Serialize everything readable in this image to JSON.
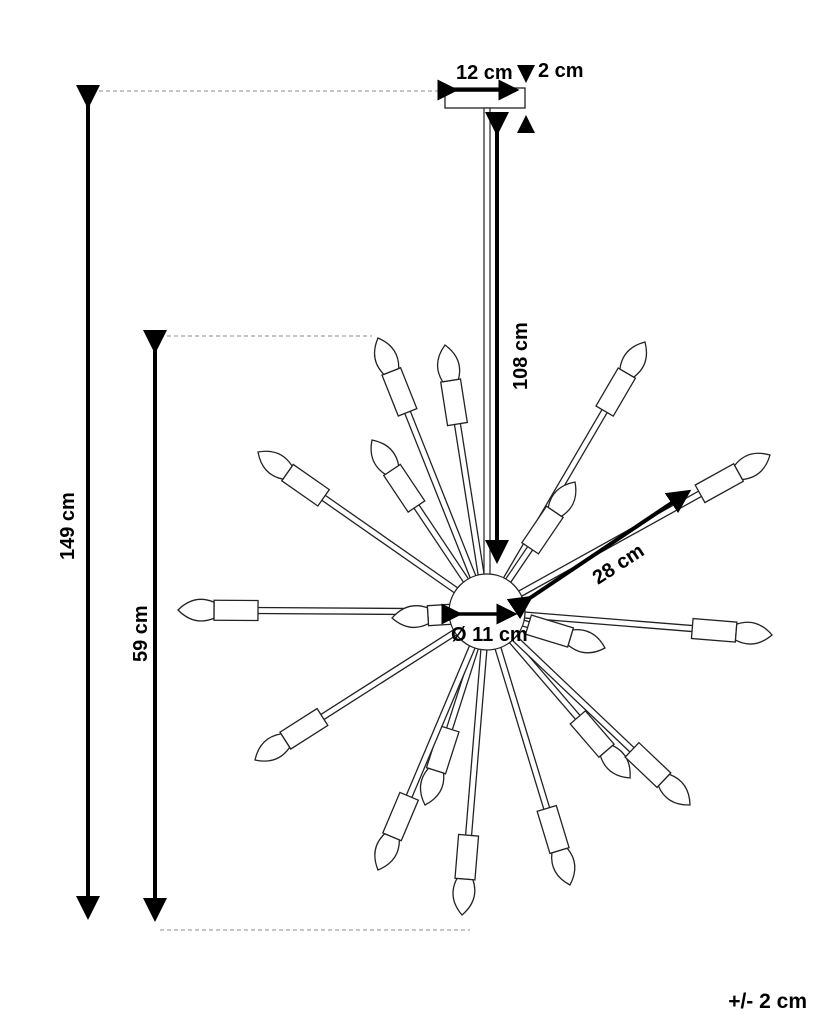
{
  "dimensions": {
    "canopy_width": "12 cm",
    "canopy_height": "2 cm",
    "rod_length": "108 cm",
    "total_height": "149 cm",
    "body_height": "59 cm",
    "arm_length": "28 cm",
    "hub_diameter": "Ø 11 cm"
  },
  "tolerance": "+/- 2 cm"
}
